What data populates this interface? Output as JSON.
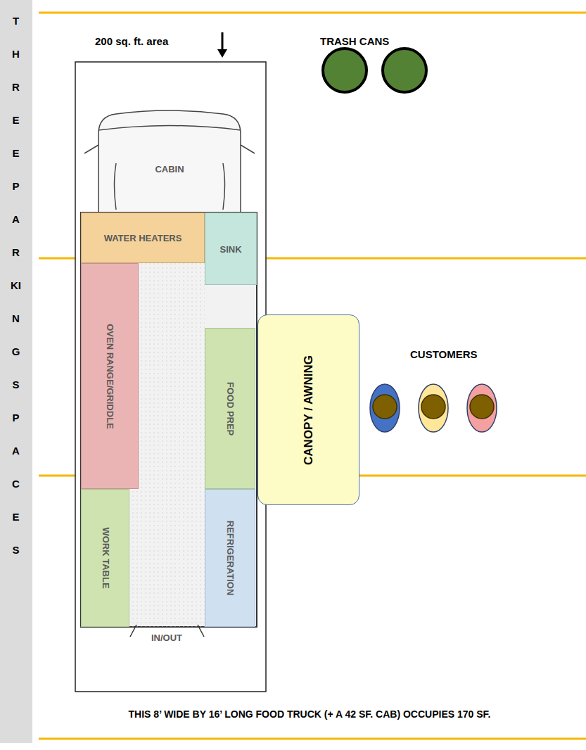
{
  "diagram": {
    "caption": "THIS 8’ WIDE BY 16’ LONG FOOD TRUCK (+ A 42 SF. CAB) OCCUPIES 170 SF.",
    "nodes": [
      {
        "text": [
          "THREE PARKING SPACES"
        ]
      },
      {
        "text": [
          "CABIN"
        ]
      },
      {
        "text": [
          "WATER HEATERS"
        ]
      },
      {
        "text": [
          "SINK"
        ]
      },
      {
        "text": [
          "OVEN RANGE/GRIDDLE"
        ]
      },
      {
        "text": [
          "FOOD PREP"
        ]
      },
      {
        "text": [
          "CANOPY / AWNING"
        ]
      },
      {
        "text": [
          "WORK TABLE"
        ]
      },
      {
        "text": [
          "REFRIGERATION"
        ]
      }
    ],
    "labels": [
      "200 sq. ft. area",
      "TRASH CANS",
      "CUSTOMERS",
      "IN/OUT"
    ]
  }
}
